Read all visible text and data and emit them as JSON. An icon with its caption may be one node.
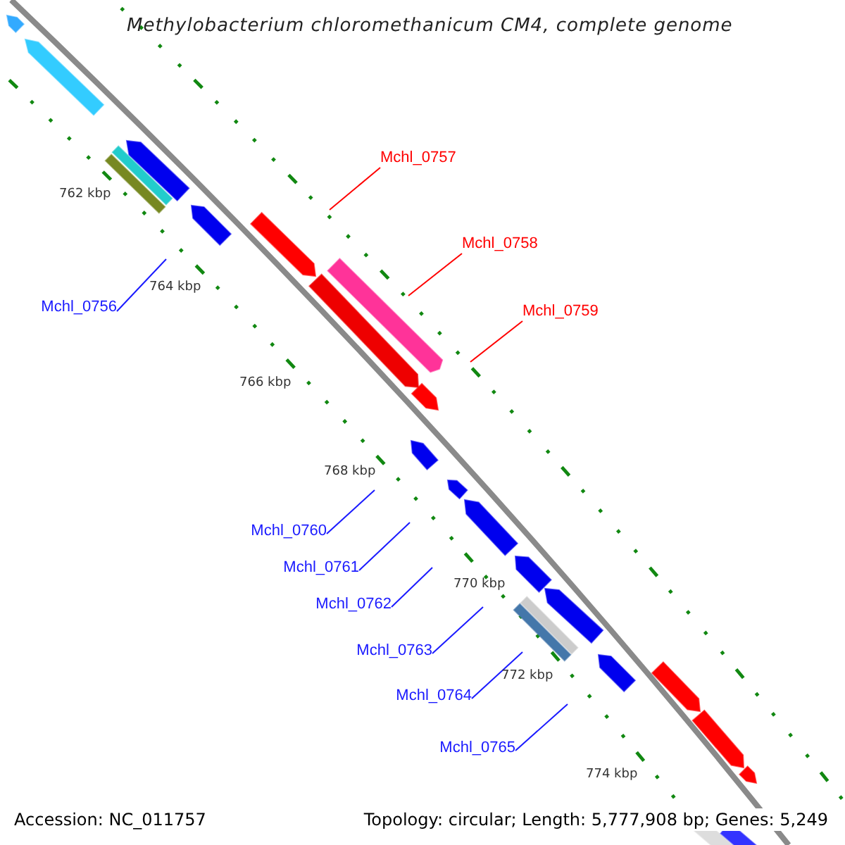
{
  "diagram": {
    "title": "Methylobacterium chloromethanicum CM4, complete genome",
    "nodes": [
      {
        "text": [
          "Mchl_0757"
        ]
      },
      {
        "text": [
          "Mchl_0758"
        ]
      },
      {
        "text": [
          "Mchl_0756"
        ]
      },
      {
        "text": [
          "Mchl_0759"
        ]
      },
      {
        "text": [
          "Mchl_0760"
        ]
      },
      {
        "text": [
          "Mchl_0761"
        ]
      },
      {
        "text": [
          "Mchl_0762"
        ]
      },
      {
        "text": [
          "Mchl_0763"
        ]
      },
      {
        "text": [
          "Mchl_0764"
        ]
      },
      {
        "text": [
          "Mchl_0765"
        ]
      }
    ],
    "edges": [
      {
        "from": 0,
        "to": null,
        "arrow": "none",
        "color": "#ff0000"
      },
      {
        "from": 1,
        "to": null,
        "arrow": "none",
        "color": "#ff0000"
      },
      {
        "from": 2,
        "to": null,
        "arrow": "none"
      },
      {
        "from": 3,
        "to": null,
        "arrow": "none",
        "color": "#ff0000"
      },
      {
        "from": 4,
        "to": null,
        "arrow": "none"
      },
      {
        "from": 5,
        "to": null,
        "arrow": "none"
      },
      {
        "from": 6,
        "to": null,
        "arrow": "none"
      },
      {
        "from": 7,
        "to": null,
        "arrow": "none"
      },
      {
        "from": 8,
        "to": null,
        "arrow": "none"
      },
      {
        "from": 9,
        "to": null,
        "arrow": "none"
      }
    ],
    "labels": [
      "762 kbp",
      "764 kbp",
      "766 kbp",
      "768 kbp",
      "770 kbp",
      "772 kbp",
      "774 kbp",
      "Accession: NC_011757",
      "Topology: circular; Length: 5,777,908 bp; Genes: 5,249"
    ]
  }
}
